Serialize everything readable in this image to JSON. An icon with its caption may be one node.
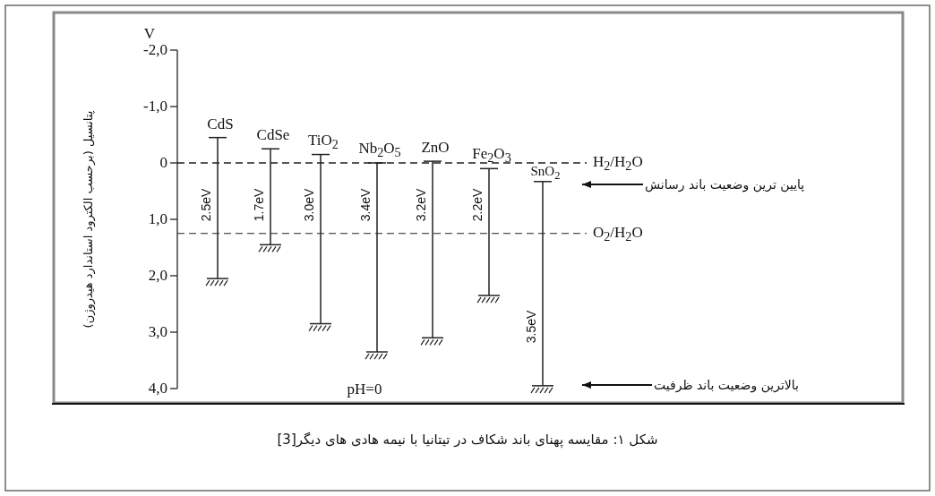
{
  "diagram": {
    "caption": "شکل ۱: مقایسه پهنای باند شکاف در تیتانیا با نیمه هادی های دیگر[3]",
    "nodes": [
      {
        "text": [
          "پایین ترین وضعیت باند رسانش"
        ]
      },
      {
        "text": [
          "بالاترین وضعیت باند ظرفیت"
        ]
      }
    ],
    "edges": [
      {
        "from": 0,
        "to": null,
        "arrow": "to"
      },
      {
        "from": 1,
        "to": null,
        "arrow": "to"
      }
    ],
    "labels": [
      "V",
      "-2,0",
      "-1,0",
      "0",
      "1,0",
      "2,0",
      "3,0",
      "4,0",
      "پتانسیل (برحسب الکترود استاندارد هیدروژن)",
      "CdS",
      "CdSe",
      "TiO$_{2}$",
      "Nb$_{2}$O$_{5}$",
      "ZnO",
      "Fe$_{2}$O$_{3}$",
      "SnO$_{2}$",
      "2.5eV",
      "1.7eV",
      "3.0eV",
      "3.4eV",
      "3.2eV",
      "2.2eV",
      "3.5eV",
      "H$_{2}$/H$_{2}$O",
      "O$_{2}$/H$_{2}$O",
      "pH=0"
    ]
  }
}
